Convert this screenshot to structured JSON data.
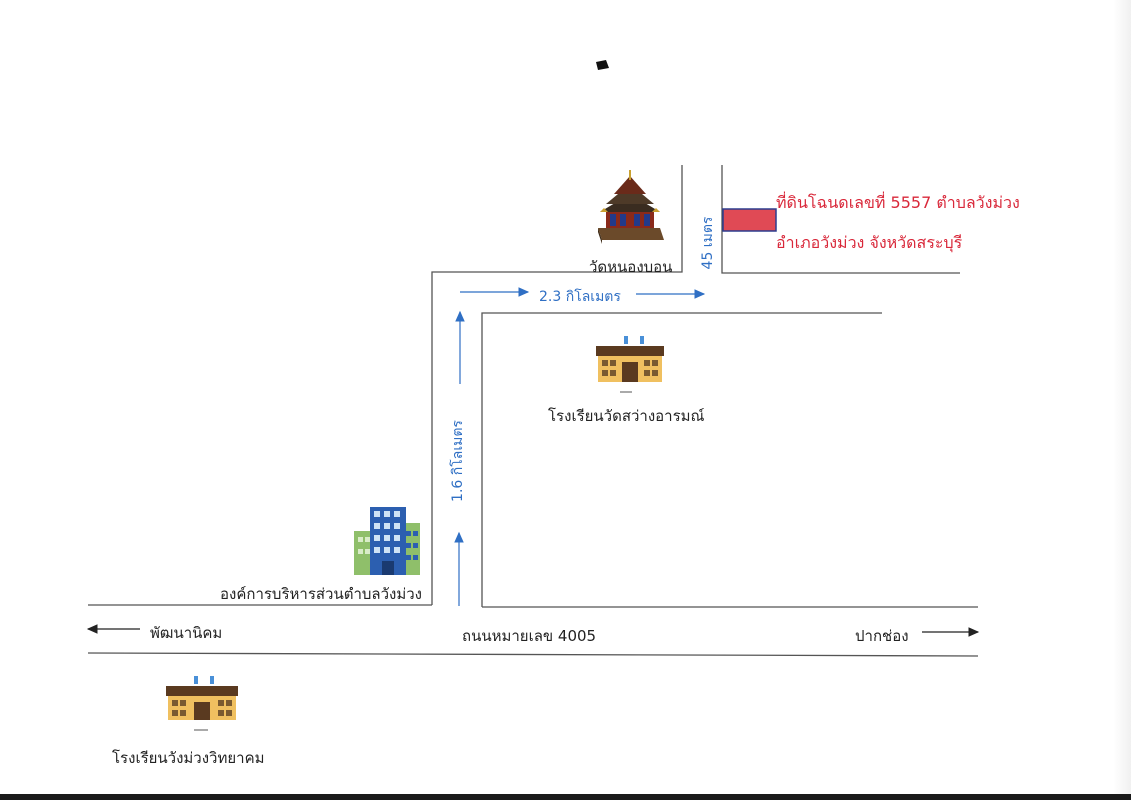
{
  "map": {
    "temple_label": "วัดหนองบอน",
    "plot_label_line1": "ที่ดินโฉนดเลขที่ 5557 ตำบลวังม่วง",
    "plot_label_line2": "อำเภอวังม่วง  จังหวัดสระบุรี",
    "plot_width_label": "45 เมตร",
    "distance_horizontal_label": "2.3 กิโลเมตร",
    "distance_vertical_label": "1.6 กิโลเมตร",
    "school1_label": "โรงเรียนวัดสว่างอารมณ์",
    "sao_label": "องค์การบริหารส่วนตำบลวังม่วง",
    "main_road_label": "ถนนหมายเลข 4005",
    "left_direction_label": "พัฒนานิคม",
    "right_direction_label": "ปากช่อง",
    "school2_label": "โรงเรียนวังม่วงวิทยาคม"
  },
  "colors": {
    "road_line": "#555555",
    "arrow_blue": "#2f6fc4",
    "plot_fill": "#e04a55",
    "plot_border": "#2b3d8f",
    "plot_text": "#d9283a"
  },
  "icons": {
    "temple": "temple-icon",
    "school": "school-building-icon",
    "office": "office-building-icon"
  }
}
